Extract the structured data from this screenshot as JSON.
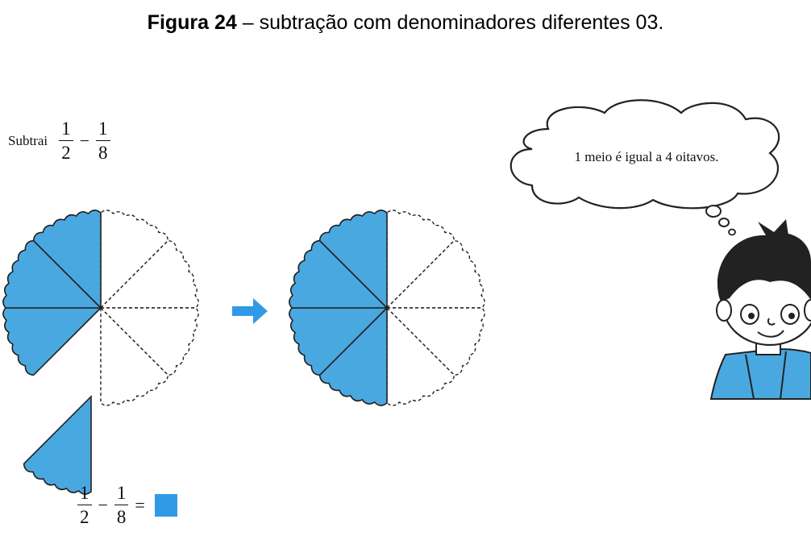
{
  "caption": {
    "figure": "Figura 24",
    "text": " – subtração com denominadores diferentes 03."
  },
  "problem": {
    "prefix": "Subtrai",
    "a_num": "1",
    "a_den": "2",
    "minus": "−",
    "b_num": "1",
    "b_den": "8"
  },
  "equation": {
    "a_num": "1",
    "a_den": "2",
    "minus": "−",
    "b_num": "1",
    "b_den": "8",
    "equals": "="
  },
  "thought": {
    "text": "1 meio é igual a 4 oitavos."
  },
  "colors": {
    "fill": "#4aa8e0",
    "arrow": "#2f9be6",
    "outline": "#222222"
  },
  "icons": [
    "arrow-right-icon",
    "boy-character-icon",
    "thought-bubble-icon"
  ]
}
